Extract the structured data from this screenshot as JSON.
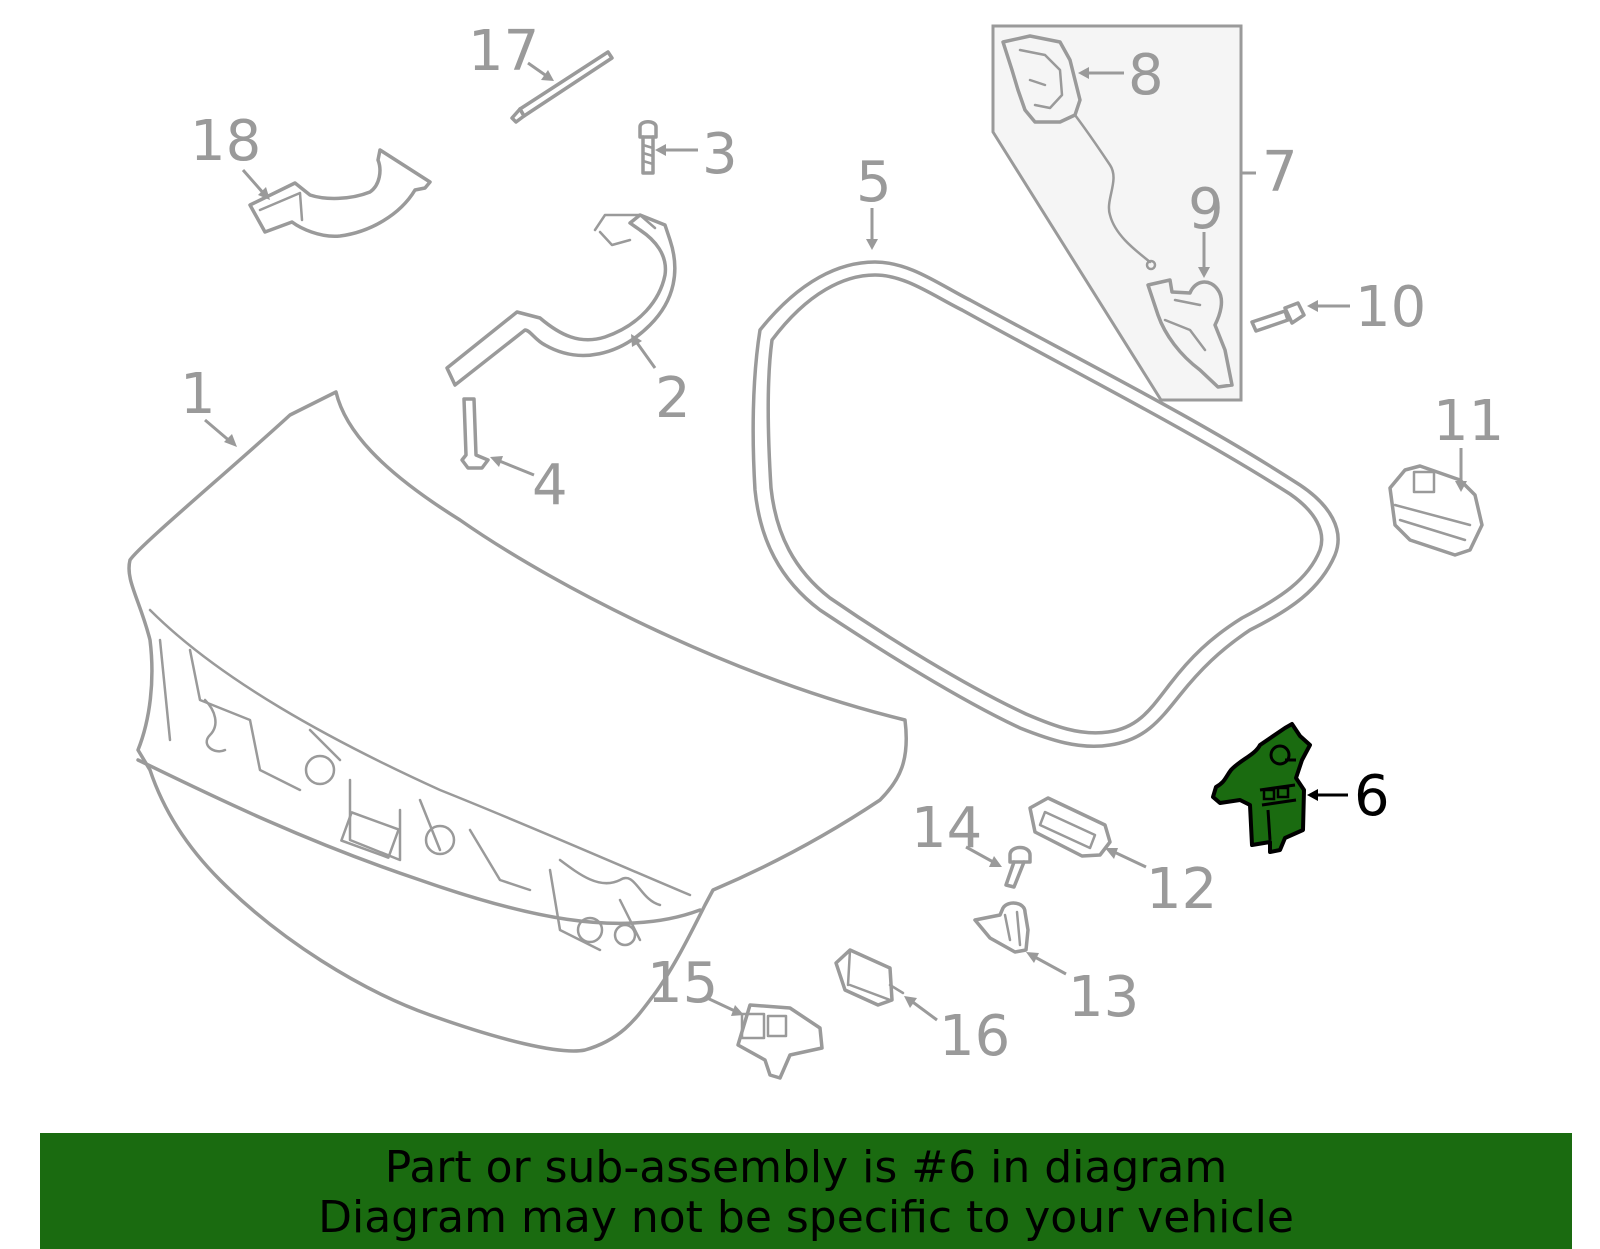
{
  "diagram": {
    "highlighted_part": "6",
    "highlight_color": "#1a6b10",
    "line_color": "#9a9a9a",
    "callouts": [
      "1",
      "2",
      "3",
      "4",
      "5",
      "6",
      "7",
      "8",
      "9",
      "10",
      "11",
      "12",
      "13",
      "14",
      "15",
      "16",
      "17",
      "18"
    ]
  },
  "banner": {
    "line1": "Part or sub-assembly is #6 in diagram",
    "line2": "Diagram may not be specific to your vehicle",
    "background": "#1a6b10"
  }
}
